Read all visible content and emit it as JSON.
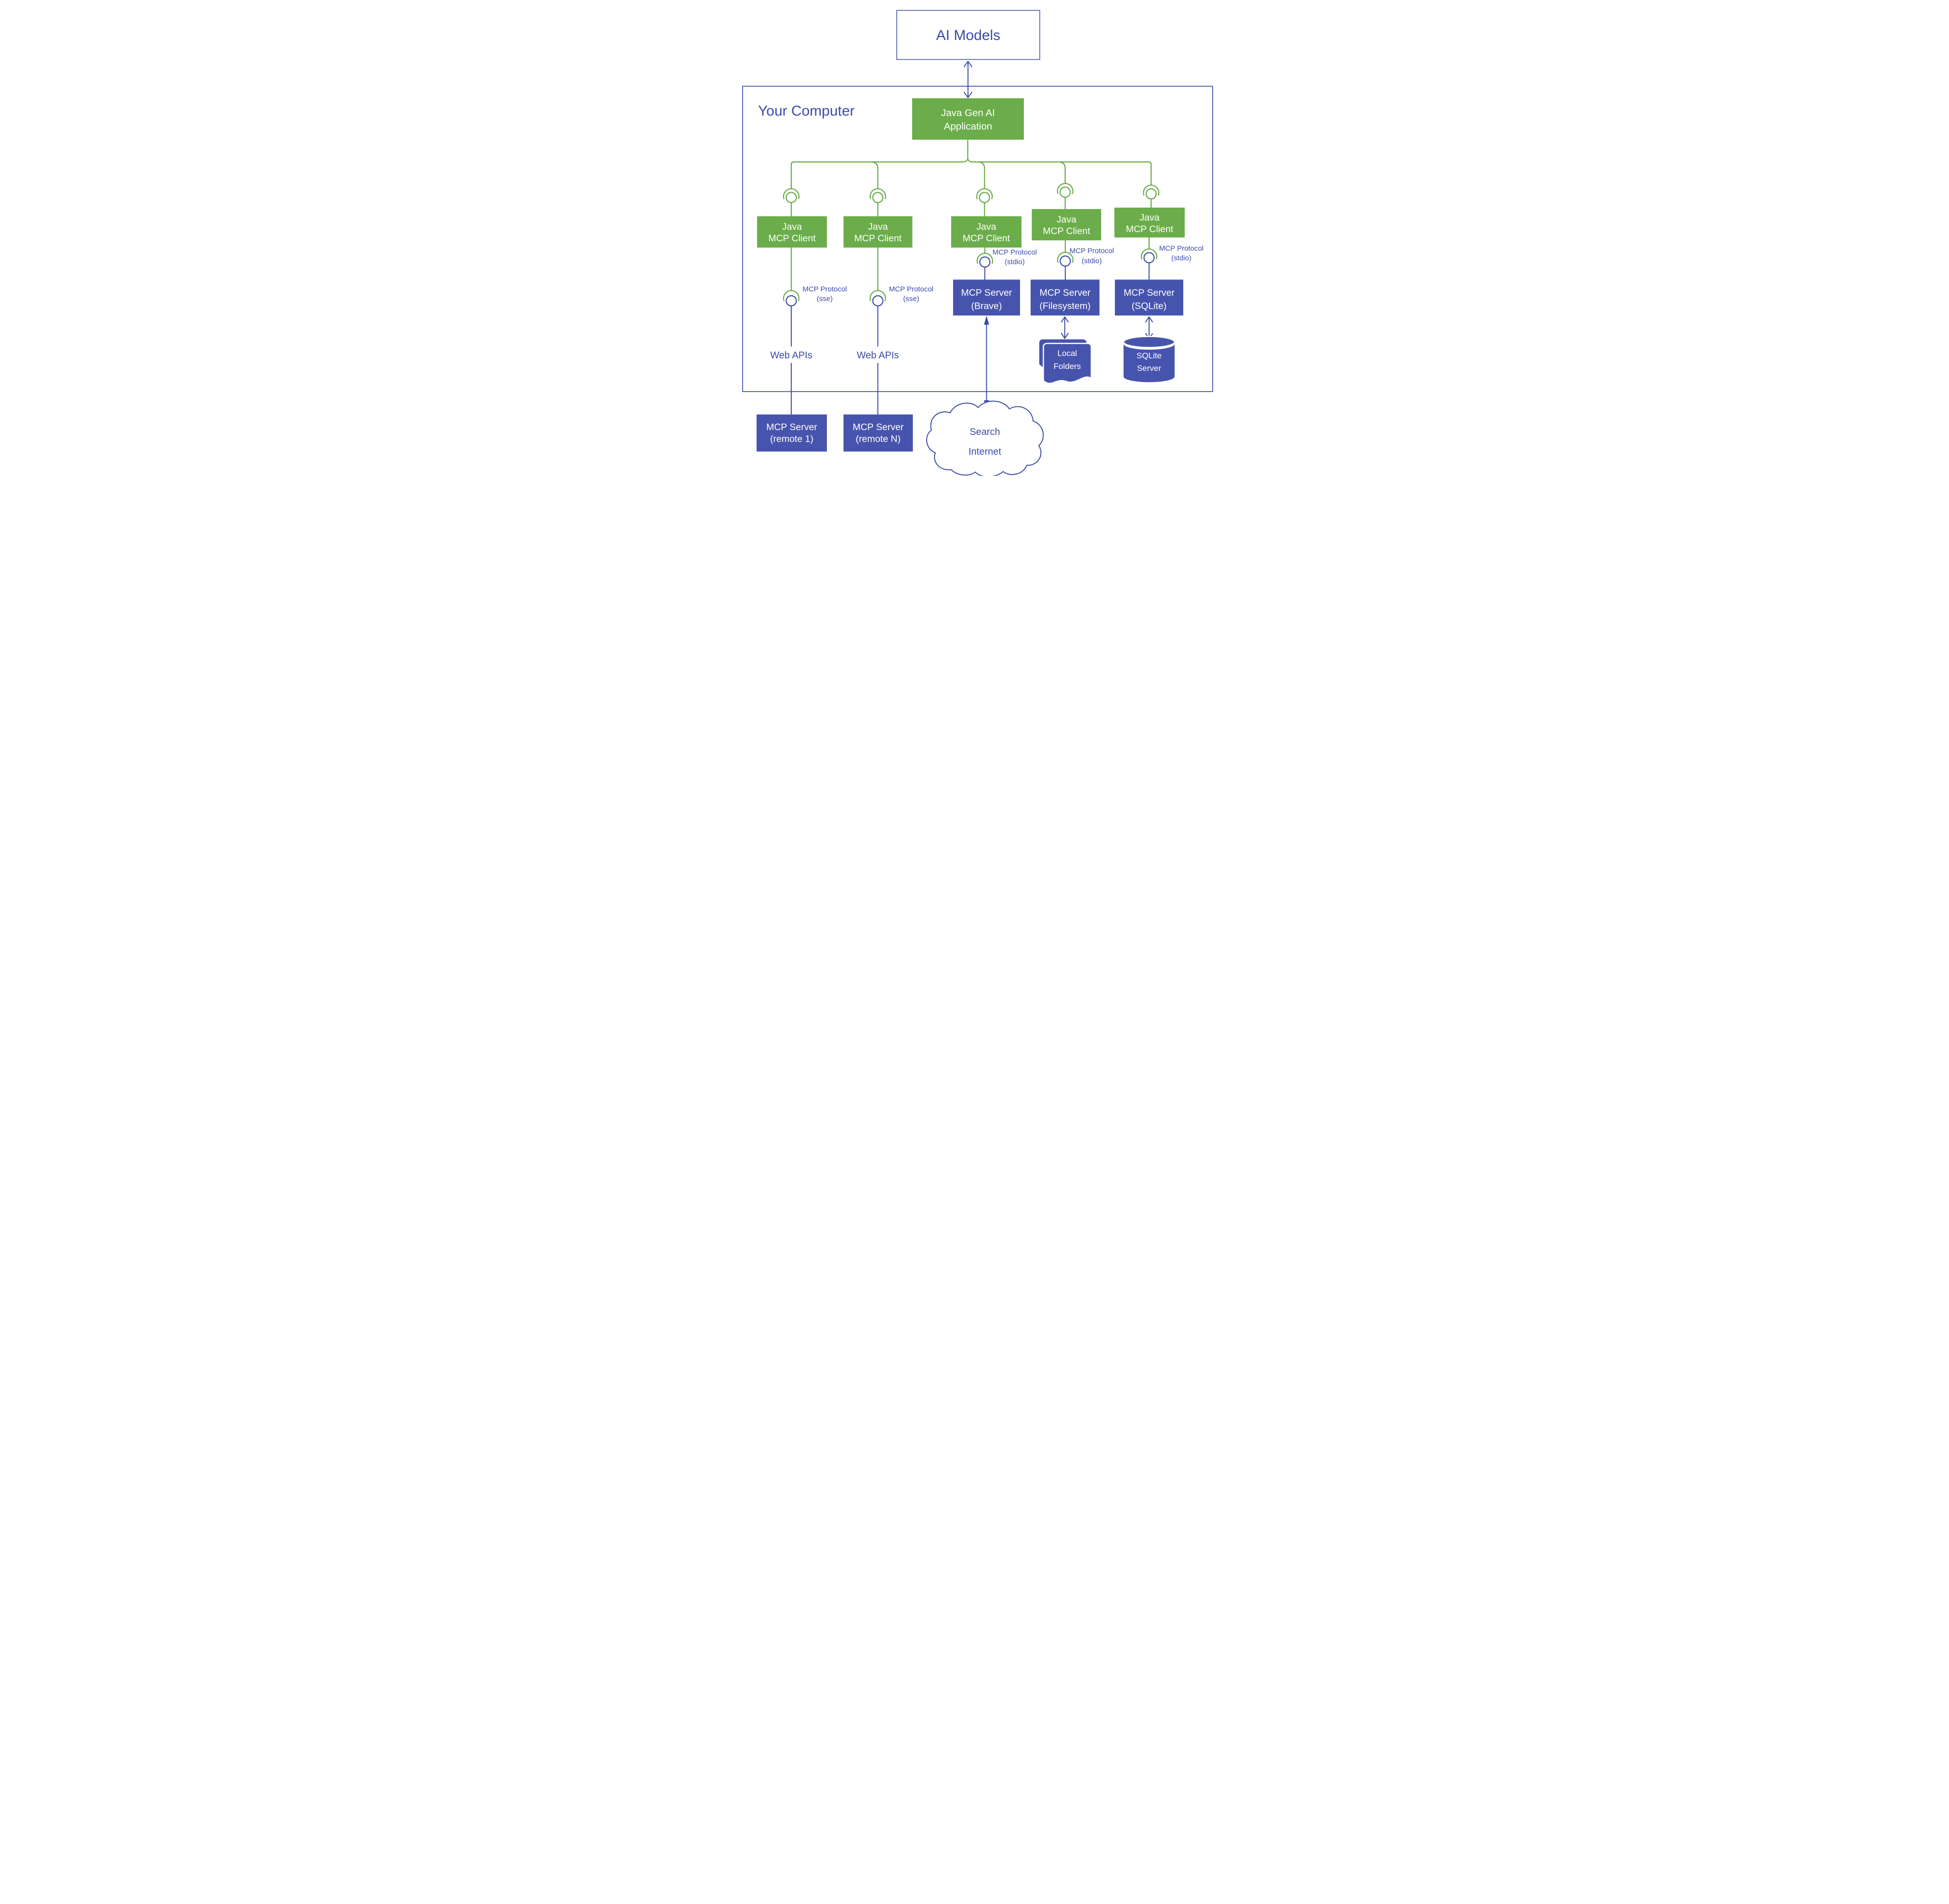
{
  "colors": {
    "green_fill": "#6BAD4A",
    "green_line": "#64A943",
    "blue_fill": "#4754AE",
    "blue_line": "#3C4CA8",
    "text_blue": "#3B4BA6",
    "box_text": "#FFFFFF",
    "background": "#FFFFFF"
  },
  "diagram": {
    "ai_models": {
      "label": "AI Models"
    },
    "your_computer": {
      "label": "Your Computer",
      "app": {
        "lines": [
          "Java Gen AI",
          "Application"
        ]
      },
      "client": {
        "lines": [
          "Java",
          "MCP Client"
        ]
      },
      "protocol_sse": {
        "lines": [
          "MCP Protocol",
          "(sse)"
        ]
      },
      "protocol_stdio": {
        "lines": [
          "MCP Protocol",
          "(stdio)"
        ]
      },
      "web_apis": {
        "label": "Web APIs"
      },
      "servers": {
        "brave": {
          "lines": [
            "MCP Server",
            "(Brave)"
          ]
        },
        "filesystem": {
          "lines": [
            "MCP Server",
            "(Filesystem)"
          ]
        },
        "sqlite": {
          "lines": [
            "MCP Server",
            "(SQLite)"
          ]
        }
      },
      "local_folders": {
        "lines": [
          "Local",
          "Folders"
        ]
      },
      "sqlite_server": {
        "lines": [
          "SQLite",
          "Server"
        ]
      }
    },
    "remote_servers": [
      {
        "lines": [
          "MCP Server",
          "(remote 1)"
        ]
      },
      {
        "lines": [
          "MCP Server",
          "(remote N)"
        ]
      }
    ],
    "search_internet": {
      "lines": [
        "Search",
        "Internet"
      ]
    }
  }
}
